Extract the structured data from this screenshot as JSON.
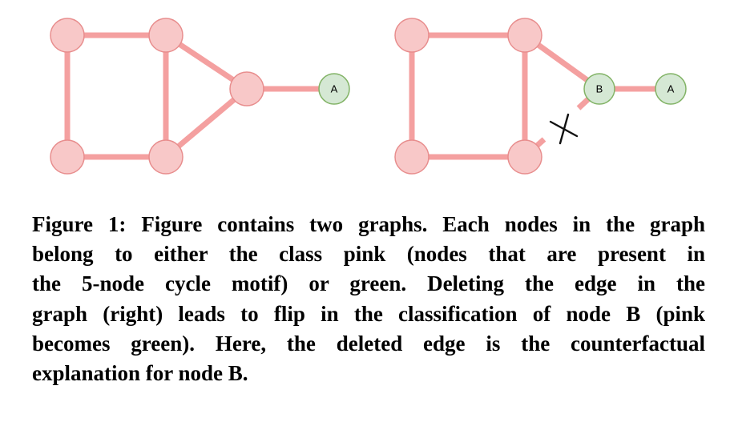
{
  "figure": {
    "left_graph": {
      "node_a_label": "A"
    },
    "right_graph": {
      "node_b_label": "B",
      "node_a_label": "A"
    },
    "colors": {
      "pink_node_fill": "#f8c8c8",
      "pink_node_stroke": "#e88e8e",
      "pink_edge": "#f4a0a0",
      "green_node_fill": "#d5e8d4",
      "green_node_stroke": "#82b366",
      "cross": "#111111"
    }
  },
  "caption": {
    "lines": [
      "Figure 1: Figure contains two graphs. Each nodes in the graph",
      "belong to either the class pink (nodes that are present in",
      "the 5-node cycle motif) or green. Deleting the edge in the",
      "graph (right) leads to flip in the classification of node B (pink",
      "becomes green). Here, the deleted edge is the counterfactual",
      "explanation for node B."
    ]
  }
}
